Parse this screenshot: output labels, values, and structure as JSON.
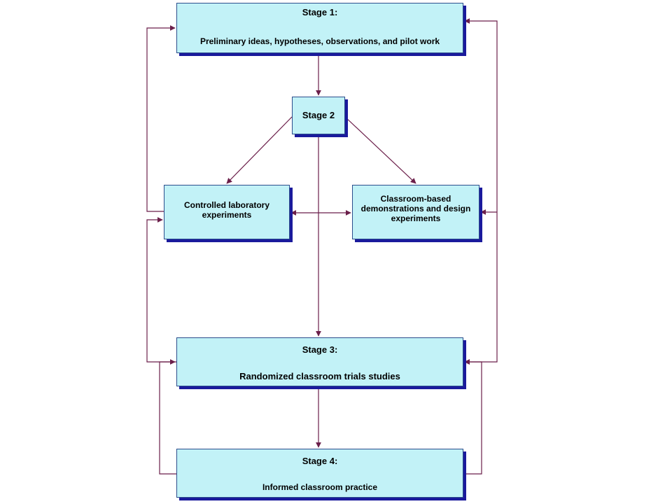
{
  "colors": {
    "box_fill": "#c2f2f7",
    "box_border": "#2b4d8c",
    "box_shadow": "#1a1a9c",
    "connector": "#6b1f4a"
  },
  "boxes": {
    "stage1": {
      "title": "Stage 1:",
      "text": "Preliminary ideas, hypotheses, observations, and pilot work"
    },
    "stage2": {
      "title": "Stage 2"
    },
    "lab": {
      "text": "Controlled laboratory experiments"
    },
    "classroom": {
      "text": "Classroom-based demonstrations and design experiments"
    },
    "stage3": {
      "title": "Stage 3:",
      "text": "Randomized classroom trials studies"
    },
    "stage4": {
      "title": "Stage 4:",
      "text": "Informed classroom practice"
    }
  }
}
